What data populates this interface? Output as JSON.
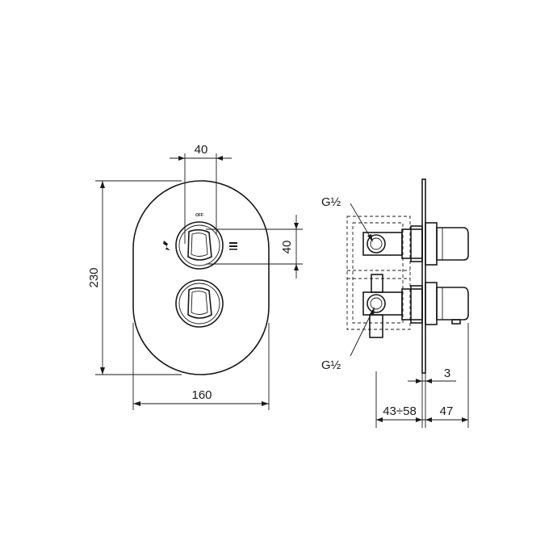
{
  "front_view": {
    "dim_width": "160",
    "dim_height": "230",
    "dim_knob_width": "40",
    "dim_knob_offset": "40",
    "knob_marking": "OFF"
  },
  "side_view": {
    "thread_top": "G½",
    "thread_bottom": "G½",
    "dim_plate": "3",
    "dim_depth": "43÷58",
    "dim_projection": "47"
  }
}
